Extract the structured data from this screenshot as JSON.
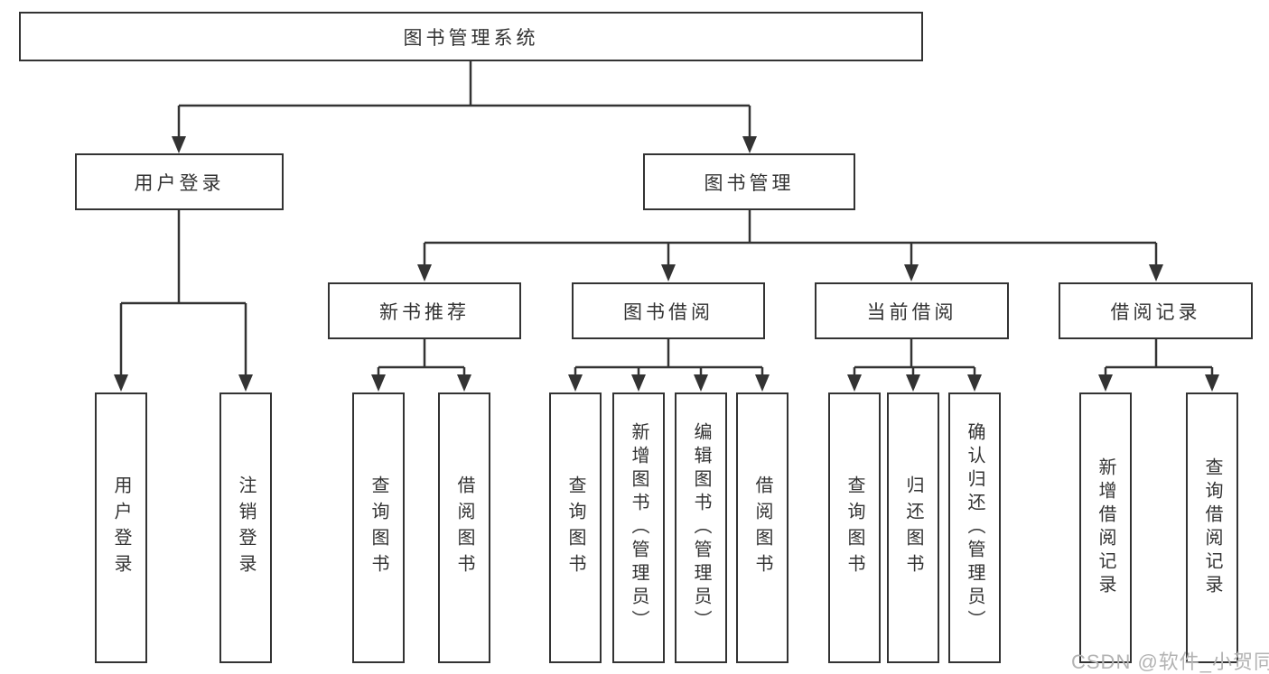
{
  "tree": {
    "root": "图书管理系统",
    "branches": [
      {
        "label": "用户登录",
        "children": [
          "用户登录",
          "注销登录"
        ]
      },
      {
        "label": "图书管理",
        "children": [
          {
            "label": "新书推荐",
            "children": [
              "查询图书",
              "借阅图书"
            ]
          },
          {
            "label": "图书借阅",
            "children": [
              "查询图书",
              "新增图书（管理员）",
              "编辑图书（管理员）",
              "借阅图书"
            ]
          },
          {
            "label": "当前借阅",
            "children": [
              "查询图书",
              "归还图书",
              "确认归还（管理员）"
            ]
          },
          {
            "label": "借阅记录",
            "children": [
              "新增借阅记录",
              "查询借阅记录"
            ]
          }
        ]
      }
    ]
  },
  "watermark": "CSDN @软件_小贺同学",
  "colors": {
    "line": "#333333",
    "box_border": "#333333",
    "text": "#333333",
    "watermark": "#b3b3b3",
    "background": "#ffffff"
  }
}
